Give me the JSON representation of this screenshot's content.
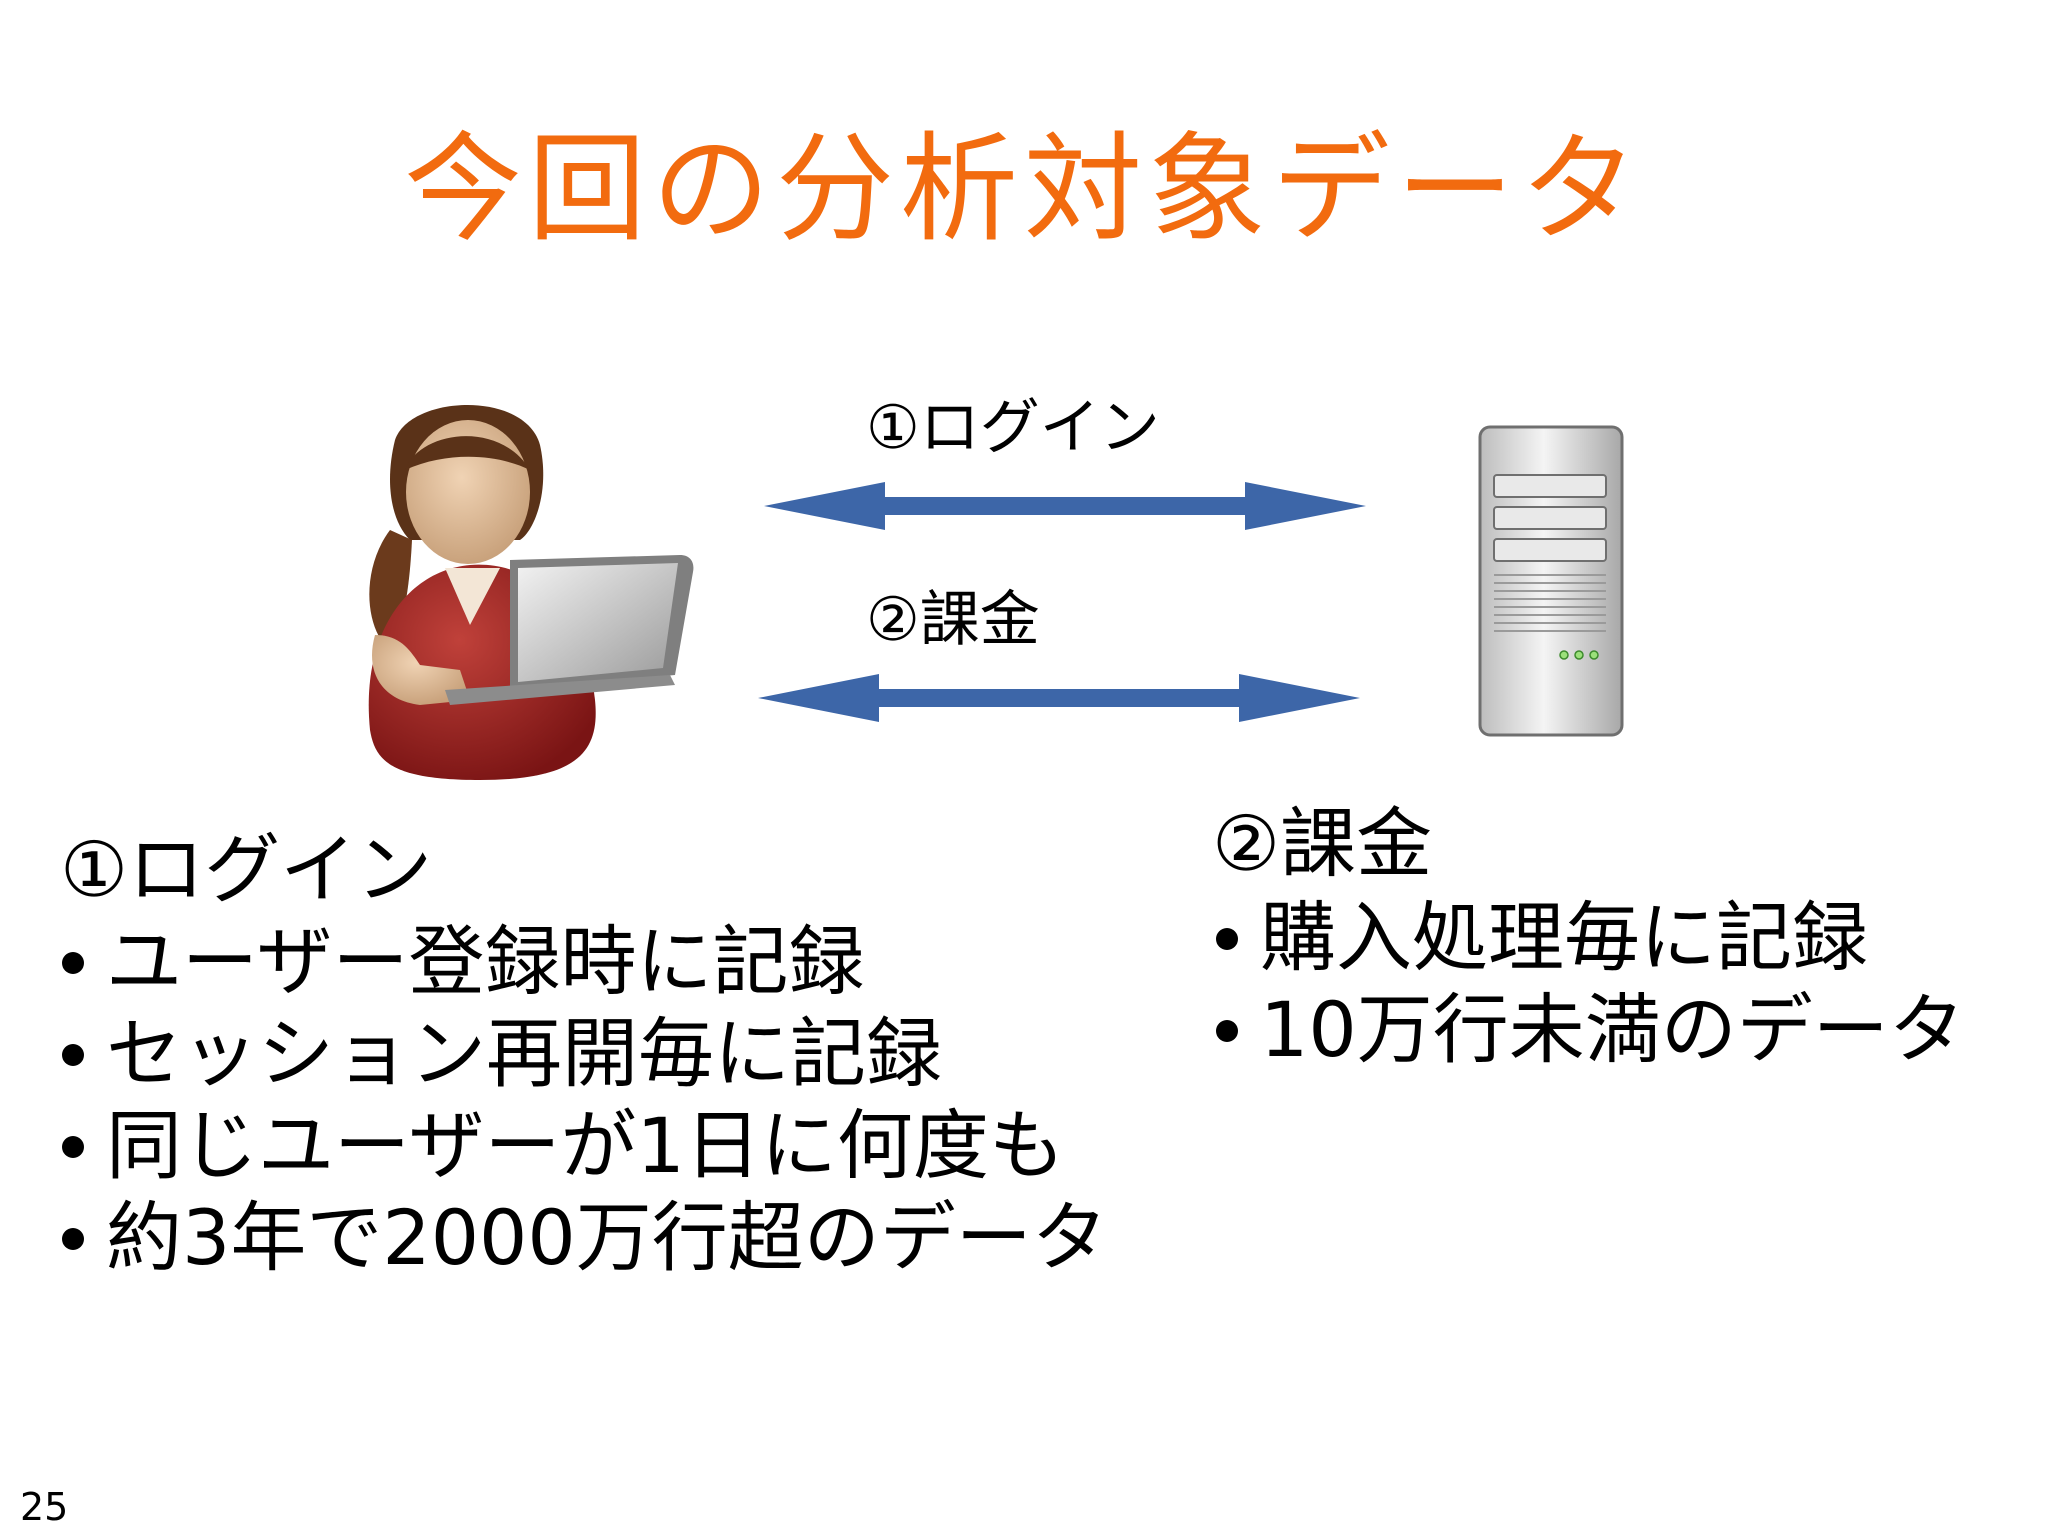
{
  "slide": {
    "title": "今回の分析対象データ",
    "page_number": "25"
  },
  "diagram": {
    "arrows": [
      {
        "label": "①ログイン",
        "direction": "bidirectional"
      },
      {
        "label": "②課金",
        "direction": "bidirectional"
      }
    ],
    "arrow_color": "#3d66a8",
    "title_color": "#f26b0f",
    "left_icon": "user-with-laptop-icon",
    "right_icon": "server-tower-icon"
  },
  "login_panel": {
    "heading": "①ログイン",
    "bullets": [
      "ユーザー登録時に記録",
      "セッション再開毎に記録",
      "同じユーザーが1日に何度も",
      "約3年で2000万行超のデータ"
    ]
  },
  "billing_panel": {
    "heading": "②課金",
    "bullets": [
      "購入処理毎に記録",
      "10万行未満のデータ"
    ]
  }
}
